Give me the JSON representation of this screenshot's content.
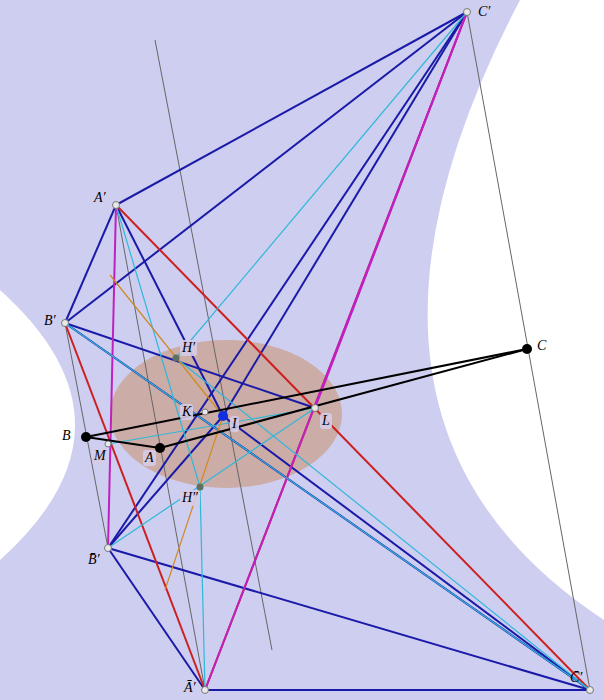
{
  "diagram": {
    "labels": [
      "C′",
      "A′",
      "B′",
      "H′",
      "C",
      "K",
      "I",
      "L",
      "B",
      "M",
      "A",
      "H″",
      "B̄′",
      "Ā′",
      "C̄′"
    ]
  }
}
